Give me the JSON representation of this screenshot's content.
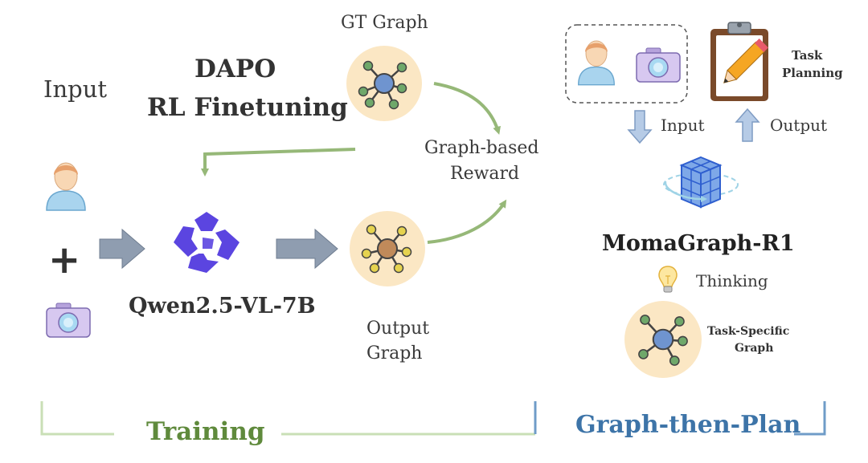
{
  "left": {
    "input_label": "Input",
    "plus": "+",
    "training_title_line1": "DAPO",
    "training_title_line2": "RL Finetuning",
    "model_name": "Qwen2.5-VL-7B",
    "gt_graph_label": "GT Graph",
    "output_graph_line1": "Output",
    "output_graph_line2": "Graph",
    "reward_line1": "Graph-based",
    "reward_line2": "Reward",
    "section_label": "Training"
  },
  "right": {
    "task_planning_line1": "Task",
    "task_planning_line2": "Planning",
    "input_label": "Input",
    "output_label": "Output",
    "model_name": "MomaGraph-R1",
    "thinking_label": "Thinking",
    "task_graph_line1": "Task-Specific",
    "task_graph_line2": "Graph",
    "section_label": "Graph-then-Plan"
  },
  "colors": {
    "training_green": "#5f8a3c",
    "bracket_green": "#c9dfb6",
    "plan_blue": "#3d74a8",
    "bracket_blue": "#6f9cc8",
    "arrow_green": "#96b878",
    "arrow_gray": "#8f9db0",
    "model_purple": "#5b45e0",
    "graph_blue_node": "#6f94cf",
    "graph_green_node": "#6fa86a",
    "graph_brown_node": "#c08a5a",
    "graph_yellow_node": "#e6d34f",
    "circle_bg": "#fbe7c4"
  }
}
